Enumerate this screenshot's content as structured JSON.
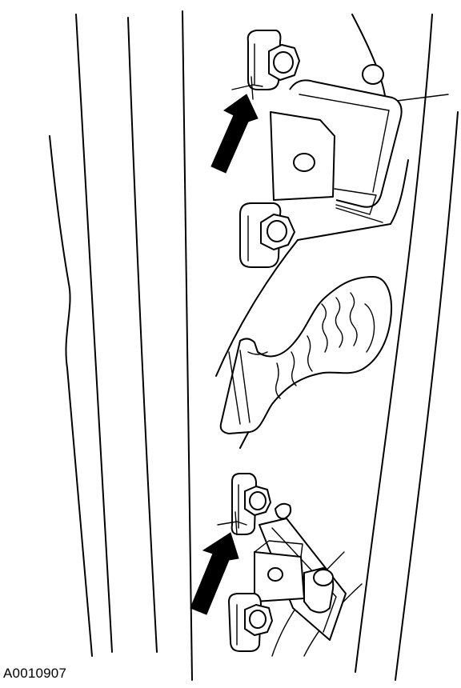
{
  "figure": {
    "id_label": "A0010907"
  },
  "colors": {
    "line": "#000000",
    "background": "#ffffff"
  },
  "callouts": [
    {
      "name": "upper-arrow",
      "icon": "arrow-up-right-icon"
    },
    {
      "name": "lower-arrow",
      "icon": "arrow-up-right-icon"
    }
  ]
}
